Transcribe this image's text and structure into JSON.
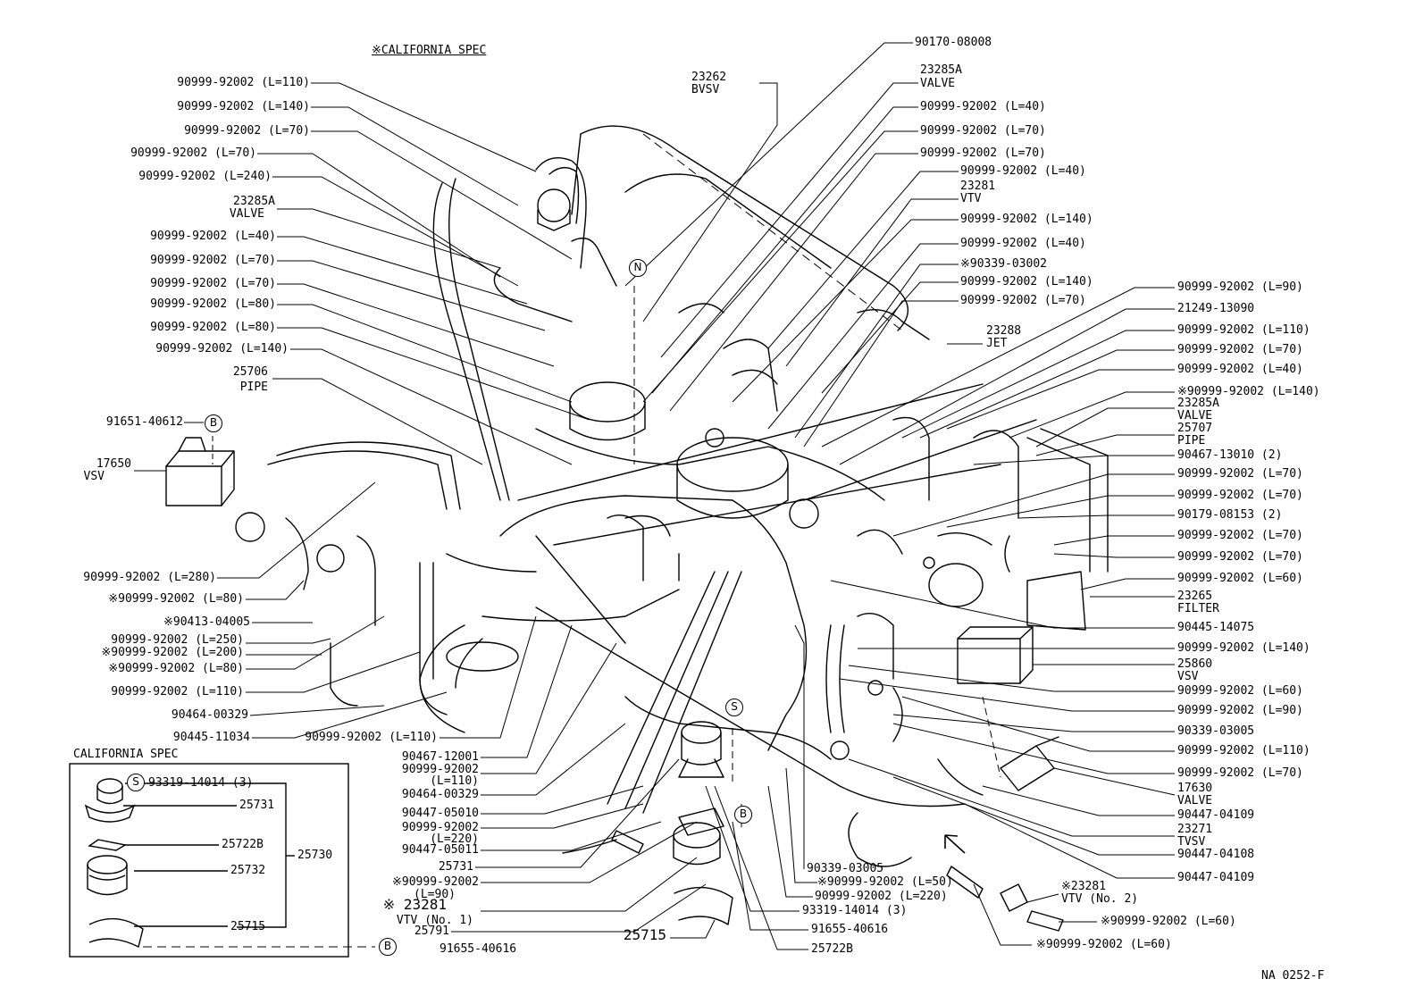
{
  "header": {
    "california_spec": "※CALIFORNIA SPEC",
    "figure_code": "NA 0252-F"
  },
  "inset": {
    "title": "CALIFORNIA SPEC",
    "parts": [
      "93319-14014 (3)",
      "25731",
      "25722B",
      "25732",
      "25715",
      "25730"
    ],
    "ref_b": "B"
  },
  "markers": {
    "n": "N",
    "b": "B",
    "s": "S"
  },
  "left_labels": [
    "90999-92002 (L=110)",
    "90999-92002 (L=140)",
    "90999-92002 (L=70)",
    "90999-92002 (L=70)",
    "90999-92002 (L=240)",
    "23285A",
    "VALVE",
    "90999-92002 (L=40)",
    "90999-92002 (L=70)",
    "90999-92002 (L=70)",
    "90999-92002 (L=80)",
    "90999-92002 (L=80)",
    "90999-92002 (L=140)",
    "25706",
    "PIPE",
    "91651-40612",
    "17650",
    "VSV"
  ],
  "lower_left_labels": [
    "90999-92002 (L=280)",
    "※90999-92002 (L=80)",
    "※90413-04005",
    "90999-92002 (L=250)",
    "※90999-92002 (L=200)",
    "※90999-92002 (L=80)",
    "90999-92002 (L=110)",
    "90464-00329",
    "90445-11034",
    "90999-92002 (L=110)"
  ],
  "bottom_center_labels": [
    "90467-12001",
    "90999-92002",
    "(L=110)",
    "90464-00329",
    "90447-05010",
    "90999-92002",
    "(L=220)",
    "90447-05011",
    "25731",
    "※90999-92002",
    "(L=90)",
    "※ 23281",
    "VTV (No. 1)",
    "25791",
    "25715",
    "91655-40616",
    "91655-40616",
    "25722B",
    "93319-14014 (3)",
    "90999-92002 (L=220)",
    "※90999-92002 (L=50)",
    "90339-03005"
  ],
  "top_right_labels": [
    "90170-08008",
    "23262",
    "BVSV",
    "23285A",
    "VALVE",
    "90999-92002 (L=40)",
    "90999-92002 (L=70)",
    "90999-92002 (L=70)",
    "90999-92002 (L=40)",
    "23281",
    "VTV",
    "90999-92002 (L=140)",
    "90999-92002 (L=40)",
    "※90339-03002",
    "90999-92002 (L=140)",
    "90999-92002 (L=70)",
    "23288",
    "JET"
  ],
  "right_labels": [
    "90999-92002 (L=90)",
    "21249-13090",
    "90999-92002 (L=110)",
    "90999-92002 (L=70)",
    "90999-92002 (L=40)",
    "※90999-92002 (L=140)",
    "23285A",
    "VALVE",
    "25707",
    "PIPE",
    "90467-13010 (2)",
    "90999-92002 (L=70)",
    "90999-92002 (L=70)",
    "90179-08153 (2)",
    "90999-92002 (L=70)",
    "90999-92002 (L=70)",
    "90999-92002 (L=60)",
    "23265",
    "FILTER",
    "90445-14075",
    "90999-92002 (L=140)",
    "25860",
    "VSV",
    "90999-92002 (L=60)",
    "90999-92002 (L=90)",
    "90339-03005",
    "90999-92002 (L=110)",
    "90999-92002 (L=70)",
    "17630",
    "VALVE",
    "90447-04109",
    "23271",
    "TVSV",
    "90447-04108",
    "90447-04109"
  ],
  "bottom_right_labels": [
    "※23281",
    "VTV (No. 2)",
    "※90999-92002 (L=60)",
    "※90999-92002 (L=60)"
  ]
}
